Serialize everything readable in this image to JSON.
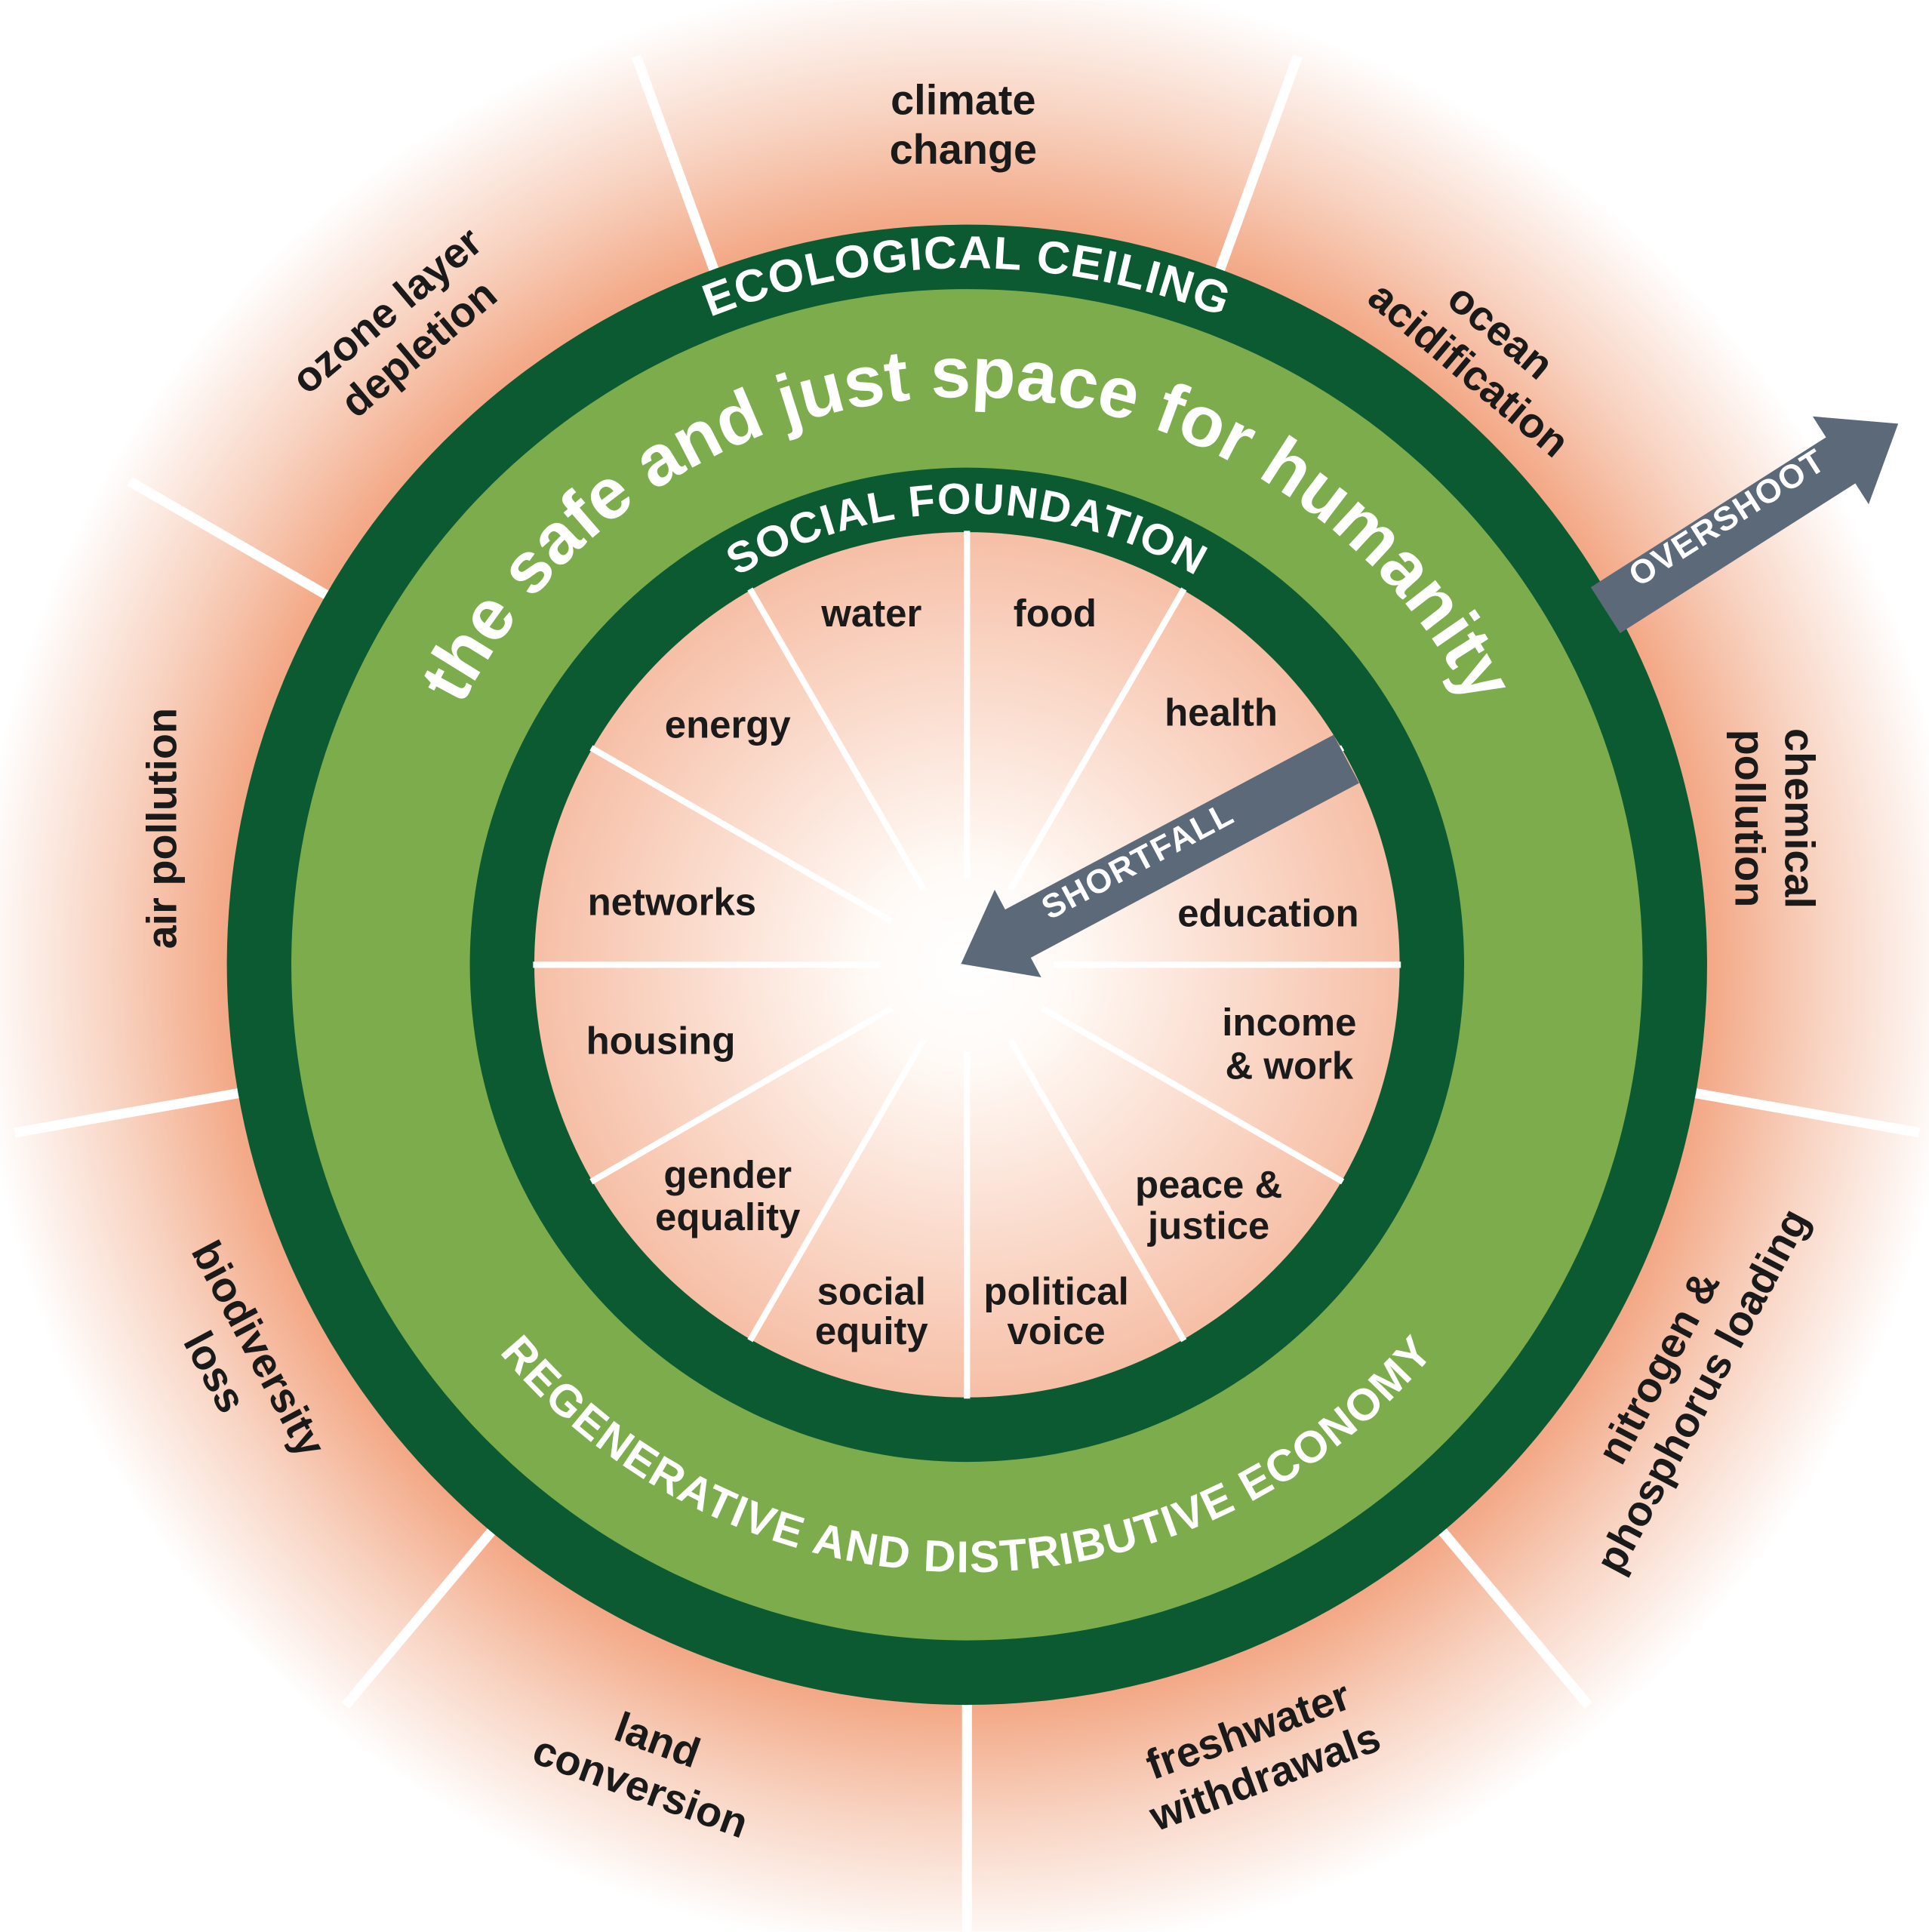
{
  "colors": {
    "dark_green": "#0b5a32",
    "light_green": "#7dac4d",
    "salmon": "#f4ad8e",
    "arrow_gray": "#5b6978"
  },
  "rings": {
    "ecological_ceiling": "ECOLOGICAL CEILING",
    "safe_space": "the safe and just space for humanity",
    "social_foundation": "SOCIAL FOUNDATION",
    "economy": "REGENERATIVE AND DISTRIBUTIVE ECONOMY"
  },
  "arrows": {
    "overshoot": "OVERSHOOT",
    "shortfall": "SHORTFALL"
  },
  "ecological": {
    "climate_change": [
      "climate",
      "change"
    ],
    "ocean_acidification": [
      "ocean",
      "acidification"
    ],
    "chemical_pollution": [
      "chemical",
      "pollution"
    ],
    "nitrogen_phosphorus": [
      "nitrogen &",
      "phosphorus loading"
    ],
    "freshwater": [
      "freshwater",
      "withdrawals"
    ],
    "land_conversion": [
      "land",
      "conversion"
    ],
    "biodiversity": [
      "biodiversity",
      "loss"
    ],
    "air_pollution": [
      "air pollution"
    ],
    "ozone": [
      "ozone layer",
      "depletion"
    ]
  },
  "social": {
    "water": "water",
    "food": "food",
    "health": "health",
    "education": "education",
    "income_work": [
      "income",
      "& work"
    ],
    "peace_justice": [
      "peace &",
      "justice"
    ],
    "political_voice": [
      "political",
      "voice"
    ],
    "social_equity": [
      "social",
      "equity"
    ],
    "gender_equality": [
      "gender",
      "equality"
    ],
    "housing": "housing",
    "networks": "networks",
    "energy": "energy"
  }
}
